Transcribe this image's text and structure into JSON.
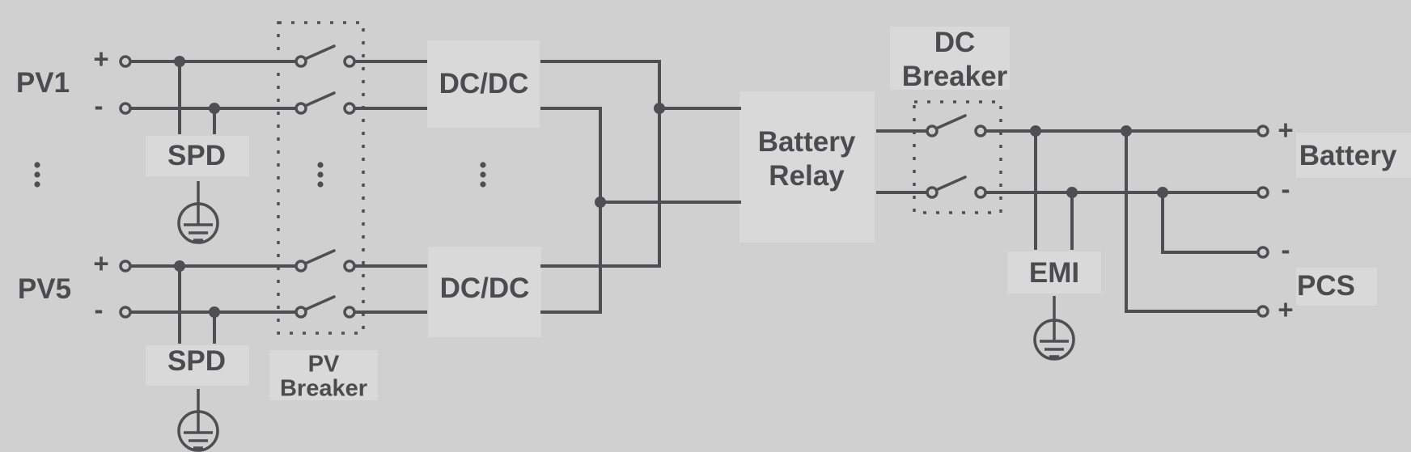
{
  "colors": {
    "background": "#cfd0cf",
    "wire": "#4f4f51",
    "label_box": "#d8d9d8",
    "text": "#4c4c4e"
  },
  "pv_string_top": {
    "label": "PV1",
    "plus": "+",
    "minus": "-",
    "spd_label": "SPD"
  },
  "pv_string_bottom": {
    "label": "PV5",
    "plus": "+",
    "minus": "-",
    "spd_label": "SPD"
  },
  "pv_breaker": {
    "line1": "PV",
    "line2": "Breaker"
  },
  "dcdc_top": {
    "label": "DC/DC"
  },
  "dcdc_bottom": {
    "label": "DC/DC"
  },
  "battery_relay": {
    "line1": "Battery",
    "line2": "Relay"
  },
  "dc_breaker": {
    "line1": "DC",
    "line2": "Breaker"
  },
  "emi_filter": {
    "label": "EMI"
  },
  "battery_port": {
    "label": "Battery",
    "plus": "+",
    "minus": "-"
  },
  "pcs_port": {
    "label": "PCS",
    "minus": "-",
    "plus": "+"
  },
  "icons": {
    "ground_icon": "protective-earth-ground",
    "vertical_ellipsis_icon": "more-items-vertical",
    "switch_icon": "open-breaker-contact",
    "junction_dot": "wire-junction",
    "terminal_circle": "open-terminal"
  }
}
